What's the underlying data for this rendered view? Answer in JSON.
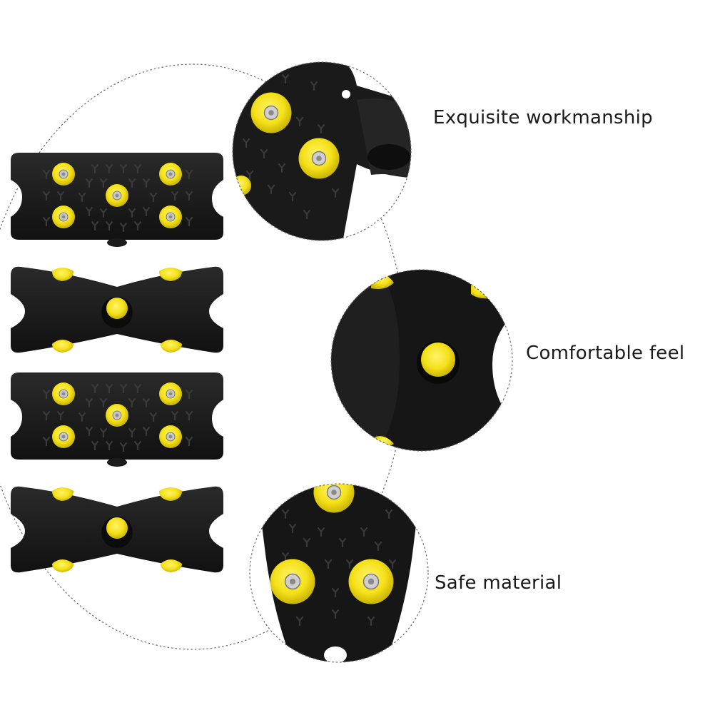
{
  "features": [
    {
      "label": "Exquisite workmanship"
    },
    {
      "label": "Comfortable feel"
    },
    {
      "label": "Safe material"
    }
  ],
  "colors": {
    "rubber": "#161616",
    "rubber_highlight": "#2c2c2c",
    "stud": "#f5e11a",
    "stud_shadow": "#c9b400",
    "spike": "#b8b8b8",
    "dashed_line": "#6a6a6a",
    "background": "#ffffff"
  },
  "icons": [
    "snow-grip-cleat-top",
    "snow-grip-cleat-bottom",
    "detail-zoom-circle"
  ]
}
